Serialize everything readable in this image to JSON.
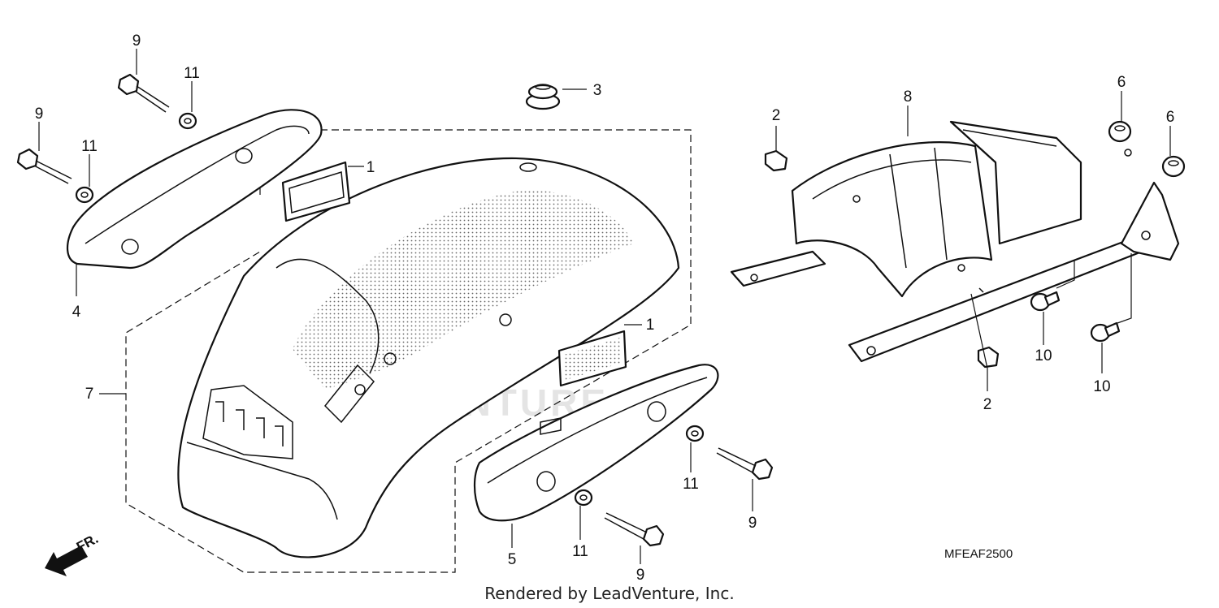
{
  "callouts": {
    "c1a": "1",
    "c1b": "1",
    "c2a": "2",
    "c2b": "2",
    "c3": "3",
    "c4": "4",
    "c5": "5",
    "c6a": "6",
    "c6b": "6",
    "c7": "7",
    "c8": "8",
    "c9a": "9",
    "c9b": "9",
    "c9c": "9",
    "c9d": "9",
    "c10a": "10",
    "c10b": "10",
    "c11a": "11",
    "c11b": "11",
    "c11c": "11",
    "c11d": "11"
  },
  "diagram_code": "MFEAF2500",
  "direction_label": "FR.",
  "watermark": "LEADVENTURE",
  "credit": "Rendered by LeadVenture, Inc."
}
